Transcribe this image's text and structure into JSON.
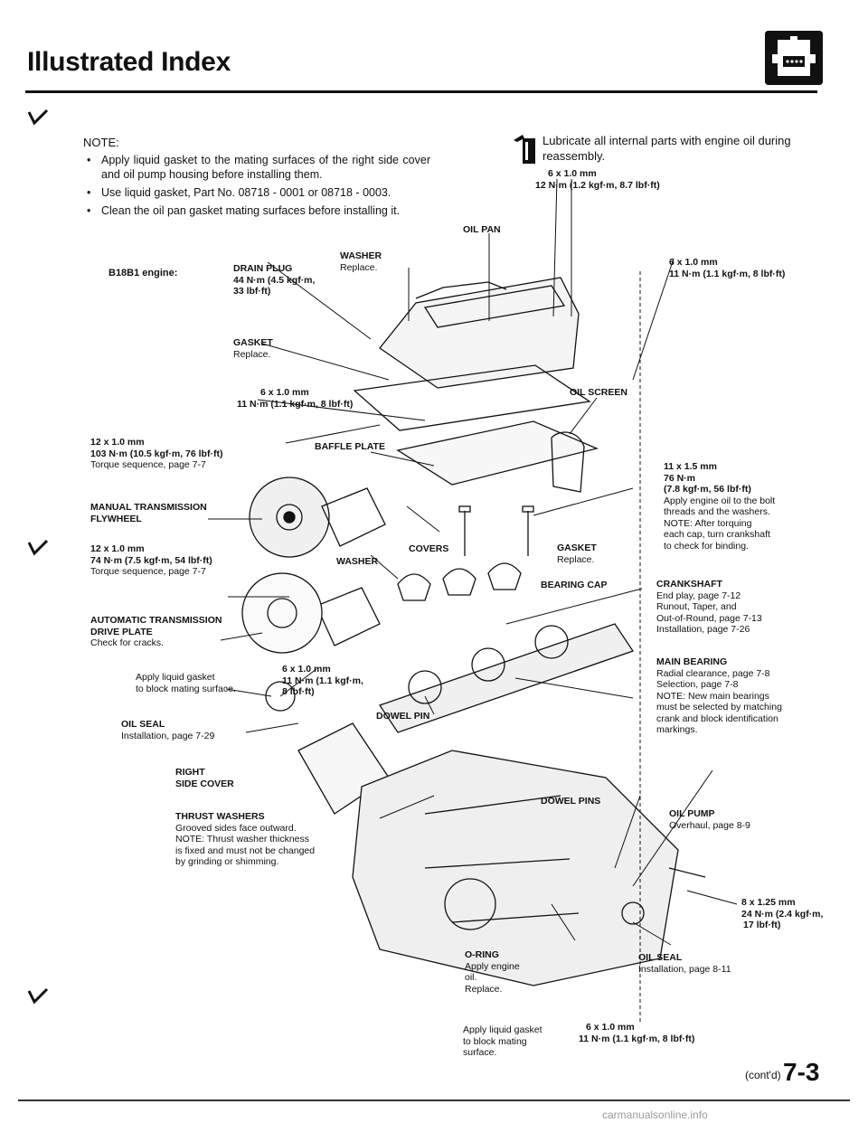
{
  "header": {
    "title": "Illustrated Index",
    "icon": "engine-block-icon"
  },
  "note": {
    "heading": "NOTE:",
    "items": [
      "Apply liquid gasket to the mating surfaces of the right side cover and oil pump housing before installing them.",
      "Use liquid gasket, Part No. 08718 - 0001 or 08718 - 0003.",
      "Clean the oil pan gasket mating surfaces before installing it."
    ]
  },
  "lubricate": {
    "icon": "oil-can-icon",
    "text": "Lubricate all internal parts with engine oil during reassembly."
  },
  "labels": {
    "engine": "B18B1 engine:",
    "drain_plug": {
      "name": "DRAIN PLUG",
      "spec1": "44 N·m (4.5 kgf·m,",
      "spec2": "33 lbf·ft)"
    },
    "washer_top": {
      "name": "WASHER",
      "note": "Replace."
    },
    "gasket_top": {
      "name": "GASKET",
      "note": "Replace."
    },
    "bolt_6x10_a": {
      "size": "6 x 1.0 mm",
      "spec": "11 N·m (1.1 kgf·m, 8 lbf·ft)"
    },
    "bolt_12x10_a": {
      "size": "12 x 1.0 mm",
      "spec": "103 N·m (10.5 kgf·m, 76 lbf·ft)",
      "note": "Torque sequence, page 7-7"
    },
    "baffle_plate": "BAFFLE PLATE",
    "oil_pan": "OIL PAN",
    "bolt_6x10_top": {
      "size": "6 x 1.0 mm",
      "spec": "12 N·m (1.2 kgf·m, 8.7 lbf·ft)"
    },
    "bolt_6x10_right": {
      "size": "6 x 1.0 mm",
      "spec": "11 N·m (1.1 kgf·m, 8 lbf·ft)"
    },
    "oil_screen": "OIL SCREEN",
    "bolt_11x15": {
      "size": "11 x 1.5 mm",
      "spec1": "76 N·m",
      "spec2": "(7.8 kgf·m, 56 lbf·ft)",
      "lines": [
        "Apply engine oil to the bolt",
        "threads and the washers.",
        "NOTE:  After torquing",
        "each cap, turn crankshaft",
        "to check for binding."
      ]
    },
    "mt_flywheel": {
      "line1": "MANUAL TRANSMISSION",
      "line2": "FLYWHEEL"
    },
    "bolt_12x10_b": {
      "size": "12 x 1.0 mm",
      "spec": "74 N·m (7.5 kgf·m, 54 lbf·ft)",
      "note": "Torque sequence, page 7-7"
    },
    "washer_mid": "WASHER",
    "covers": "COVERS",
    "gasket_mid": {
      "name": "GASKET",
      "note": "Replace."
    },
    "bearing_cap": "BEARING CAP",
    "crankshaft": {
      "name": "CRANKSHAFT",
      "lines": [
        "End play, page 7-12",
        "Runout, Taper, and",
        "Out-of-Round, page 7-13",
        "Installation, page 7-26"
      ]
    },
    "at_drive_plate": {
      "line1": "AUTOMATIC TRANSMISSION",
      "line2": "DRIVE PLATE",
      "note": "Check for cracks."
    },
    "main_bearing": {
      "name": "MAIN BEARING",
      "lines": [
        "Radial clearance, page 7-8",
        "Selection, page 7-8",
        "NOTE:  New main bearings",
        "must be selected by matching",
        "crank and block identification",
        "markings."
      ]
    },
    "apply_liquid_a": {
      "line1": "Apply liquid gasket",
      "line2": "to block mating surface."
    },
    "bolt_6x10_b": {
      "size": "6 x 1.0 mm",
      "spec1": "11 N·m (1.1 kgf·m,",
      "spec2": "8 lbf·ft)"
    },
    "oil_seal_left": {
      "name": "OIL SEAL",
      "note": "Installation, page 7-29"
    },
    "dowel_pin_a": "DOWEL PIN",
    "right_side_cover": {
      "line1": "RIGHT",
      "line2": "SIDE COVER"
    },
    "dowel_pins": "DOWEL PINS",
    "thrust_washers": {
      "name": "THRUST WASHERS",
      "lines": [
        "Grooved sides face outward.",
        "NOTE:  Thrust washer thickness",
        "is fixed and must not be changed",
        "by grinding or shimming."
      ]
    },
    "oil_pump": {
      "name": "OIL PUMP",
      "note": "Overhaul, page 8-9"
    },
    "bolt_8x125": {
      "size": "8 x 1.25 mm",
      "spec1": "24 N·m (2.4 kgf·m,",
      "spec2": "17 lbf·ft)"
    },
    "o_ring": {
      "name": "O-RING",
      "lines": [
        "Apply engine",
        "oil.",
        "Replace."
      ]
    },
    "oil_seal_right": {
      "name": "OIL SEAL",
      "note": "Installation, page 8-11"
    },
    "apply_liquid_b": {
      "lines": [
        "Apply liquid gasket",
        "to block mating",
        "surface."
      ]
    },
    "bolt_6x10_bottom": {
      "size": "6 x 1.0 mm",
      "spec": "11 N·m (1.1 kgf·m, 8 lbf·ft)"
    }
  },
  "footer": {
    "contd": "(cont'd)",
    "page": "7-3",
    "watermark": "carmanualsonline.info"
  }
}
